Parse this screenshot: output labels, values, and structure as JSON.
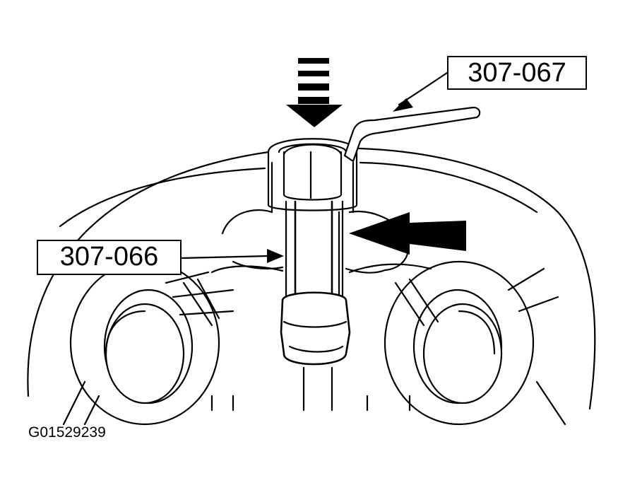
{
  "callouts": {
    "tool_upper": "307-067",
    "tool_left": "307-066"
  },
  "figure_id": "G01529239"
}
